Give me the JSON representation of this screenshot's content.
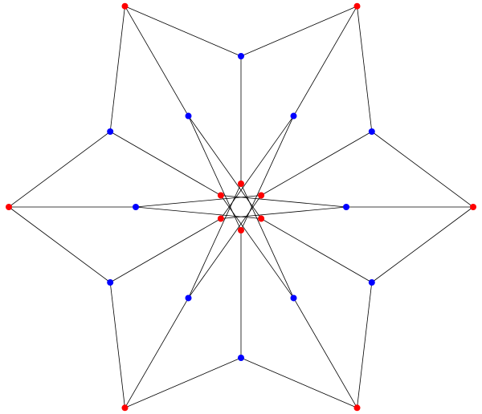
{
  "graph": {
    "colors": {
      "edge": "#000000",
      "vertex_red": "#ff0000",
      "vertex_blue": "#0000ff",
      "background": "#ffffff"
    },
    "symmetry_order": 6,
    "vertex_counts": {
      "red": 12,
      "blue": 12
    },
    "edge_count": 36
  }
}
